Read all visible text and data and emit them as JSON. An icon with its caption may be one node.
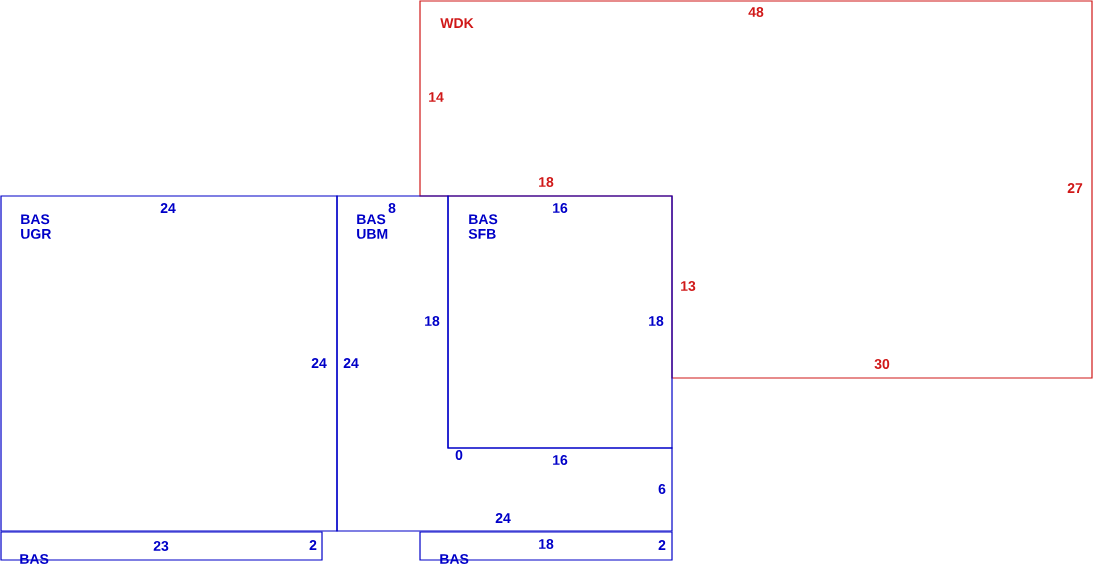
{
  "diagram": {
    "nodes": [
      {
        "text": [
          "WDK"
        ]
      },
      {
        "text": [
          "BAS UGR"
        ]
      },
      {
        "text": [
          "BAS UBM"
        ]
      },
      {
        "text": [
          "BAS SFB"
        ]
      },
      {
        "text": [
          "BAS"
        ]
      },
      {
        "text": [
          "BAS"
        ]
      }
    ],
    "labels": [
      "48",
      "14",
      "18",
      "27",
      "24",
      "8",
      "16",
      "13",
      "18",
      "18",
      "24",
      "24",
      "30",
      "0",
      "16",
      "6",
      "24",
      "23",
      "2",
      "18",
      "2"
    ]
  }
}
